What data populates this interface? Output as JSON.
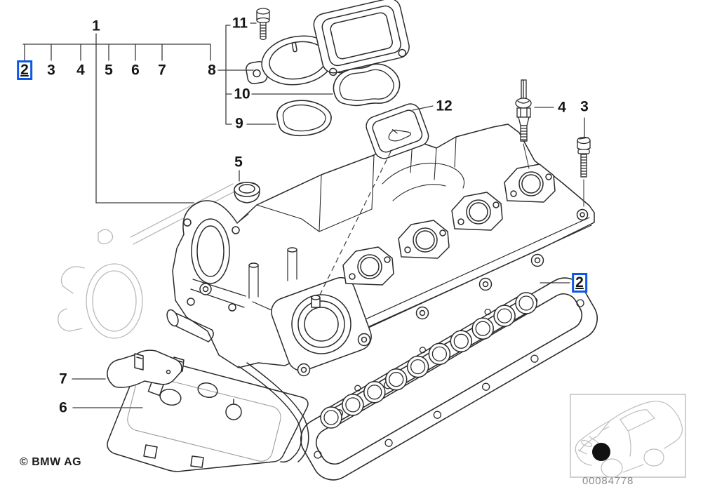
{
  "diagram": {
    "description_tags": [
      "exploded-parts-diagram",
      "cylinder-head-cover"
    ],
    "callouts": [
      {
        "key": "index-1-root",
        "text": "1",
        "highlighted": false
      },
      {
        "key": "index-2-top",
        "text": "2",
        "highlighted": true
      },
      {
        "key": "index-3-top",
        "text": "3",
        "highlighted": false
      },
      {
        "key": "index-4-top",
        "text": "4",
        "highlighted": false
      },
      {
        "key": "index-5-top",
        "text": "5",
        "highlighted": false
      },
      {
        "key": "index-6-top",
        "text": "6",
        "highlighted": false
      },
      {
        "key": "index-7-top",
        "text": "7",
        "highlighted": false
      },
      {
        "key": "index-8-top",
        "text": "8",
        "highlighted": false
      },
      {
        "key": "index-11-bolt",
        "text": "11",
        "highlighted": false
      },
      {
        "key": "index-10-gasket",
        "text": "10",
        "highlighted": false
      },
      {
        "key": "index-9-gasket",
        "text": "9",
        "highlighted": false
      },
      {
        "key": "index-12-cover",
        "text": "12",
        "highlighted": false
      },
      {
        "key": "index-4-glowplug",
        "text": "4",
        "highlighted": false
      },
      {
        "key": "index-3-screw",
        "text": "3",
        "highlighted": false
      },
      {
        "key": "index-5-cap",
        "text": "5",
        "highlighted": false
      },
      {
        "key": "index-2-gasket",
        "text": "2",
        "highlighted": true
      },
      {
        "key": "index-7-bracket",
        "text": "7",
        "highlighted": false
      },
      {
        "key": "index-6-cover",
        "text": "6",
        "highlighted": false
      }
    ]
  },
  "footer": {
    "copyright": "© BMW AG"
  },
  "inset": {
    "image_number": "00084778"
  },
  "colors": {
    "highlight_blue": "#0b57e8",
    "line": "#2b2b2b",
    "background_gray": "#b9b9b9",
    "number_gray": "#8d8d8d"
  }
}
